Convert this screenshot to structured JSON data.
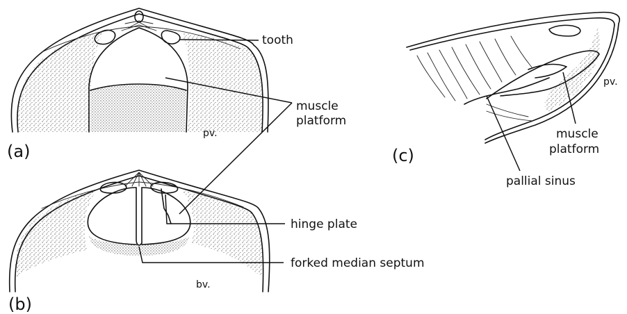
{
  "labels": {
    "tooth": "tooth",
    "muscle_platform_1": "muscle",
    "muscle_platform_2": "platform",
    "hinge_plate": "hinge  plate",
    "forked_median_septum": "forked  median  septum",
    "pallial_sinus": "pallial  sinus",
    "muscle_platform_c_1": "muscle",
    "muscle_platform_c_2": "platform",
    "pv_a": "pv.",
    "pv_c": "pv.",
    "bv_b": "bv.",
    "panel_a": "(a)",
    "panel_b": "(b)",
    "panel_c": "(c)"
  }
}
